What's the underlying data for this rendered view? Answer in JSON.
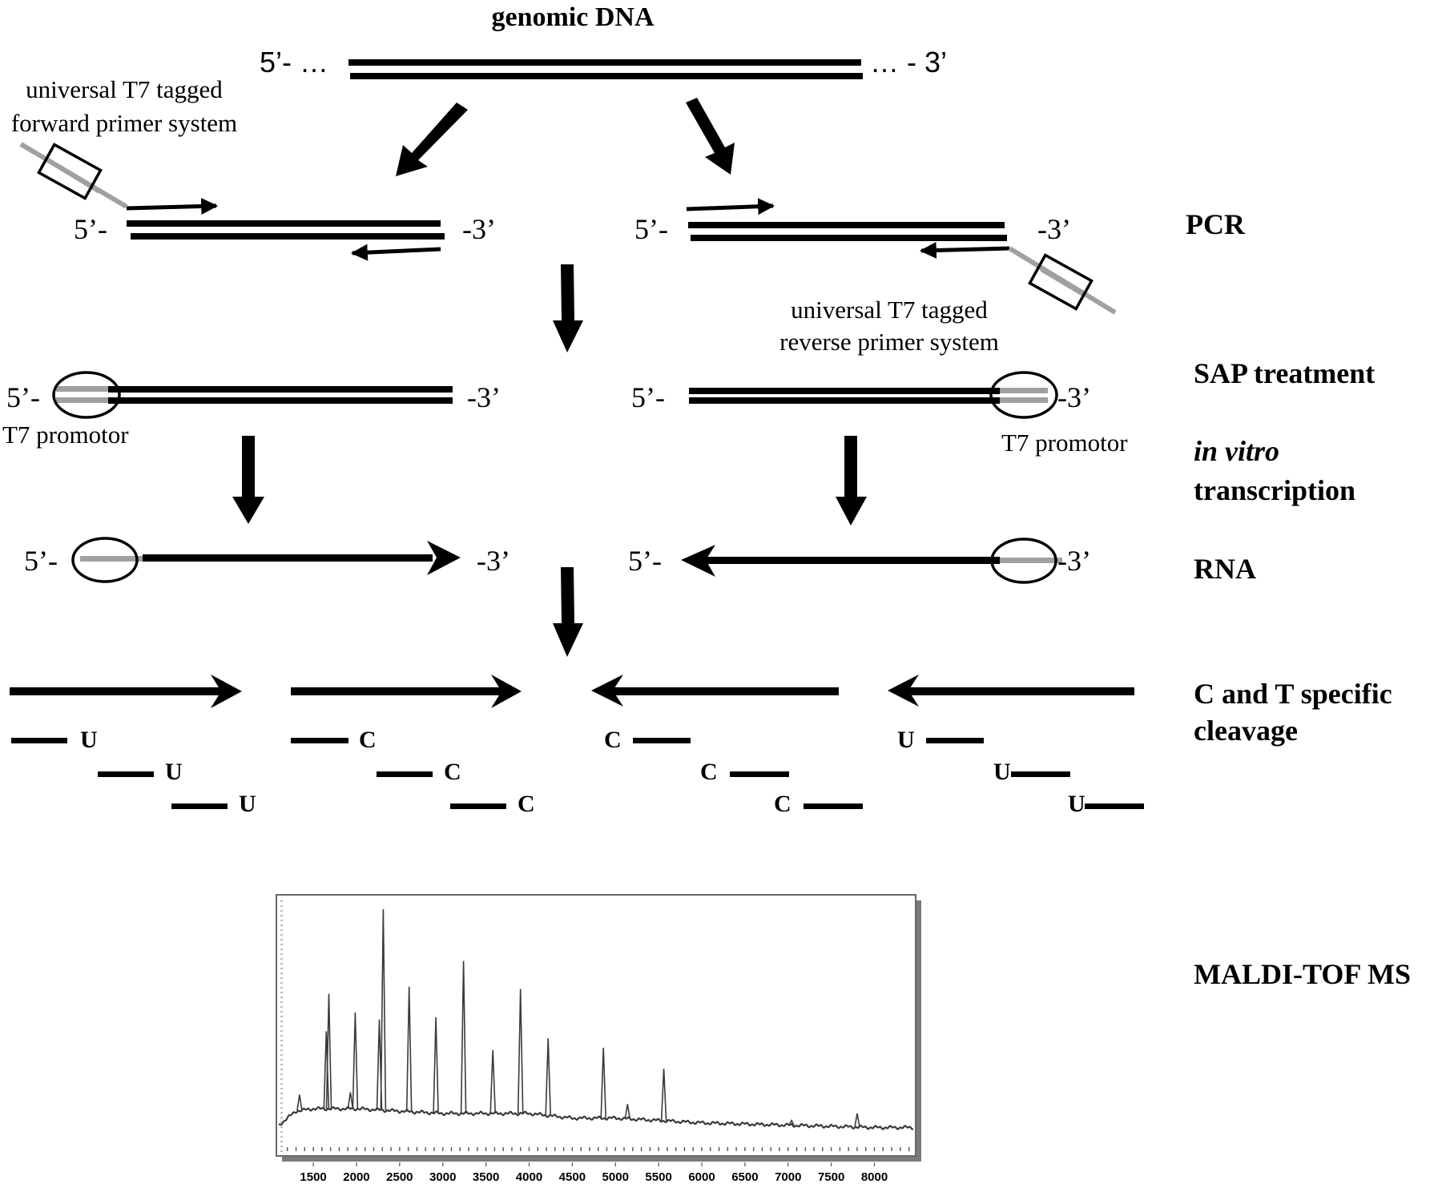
{
  "title": "genomic DNA",
  "strand_ends": {
    "five_prime_ellipsis": "5’- …",
    "three_prime_ellipsis": "… - 3’",
    "five_prime": "5’-",
    "three_prime": "-3’"
  },
  "primer_systems": {
    "forward": [
      "universal T7 tagged",
      "forward primer system"
    ],
    "reverse": [
      "universal T7 tagged",
      "reverse primer system"
    ]
  },
  "promotor_label": "T7 promotor",
  "steps": {
    "pcr": "PCR",
    "sap": "SAP treatment",
    "ivt_italic": "in vitro",
    "ivt": "transcription",
    "rna": "RNA",
    "cleavage_line1": "C and T specific",
    "cleavage_line2": "cleavage",
    "maldi": "MALDI-TOF MS"
  },
  "cleavage_groups": [
    {
      "direction": "forward",
      "base": "U",
      "fragments": [
        "U",
        "U",
        "U"
      ]
    },
    {
      "direction": "forward",
      "base": "C",
      "fragments": [
        "C",
        "C",
        "C"
      ]
    },
    {
      "direction": "reverse",
      "base": "C",
      "fragments": [
        "C",
        "C",
        "C"
      ]
    },
    {
      "direction": "reverse",
      "base": "U",
      "fragments": [
        "U",
        "U",
        "U"
      ]
    }
  ],
  "colors": {
    "ink": "#000000",
    "tag_gray": "#a0a0a0",
    "spectrum": "#3a3a3a",
    "frame_shadow": "#7a7a7a"
  },
  "chart_data": {
    "type": "line",
    "title": "",
    "xlabel": "",
    "ylabel": "",
    "xlim": [
      1100,
      8450
    ],
    "ylim": [
      0,
      100
    ],
    "x_ticks": [
      1500,
      2000,
      2500,
      3000,
      3500,
      4000,
      4500,
      5000,
      5500,
      6000,
      6500,
      7000,
      7500,
      8000
    ],
    "baseline": [
      [
        1100,
        8
      ],
      [
        1300,
        14
      ],
      [
        1500,
        15
      ],
      [
        2000,
        15
      ],
      [
        2500,
        14
      ],
      [
        3000,
        13
      ],
      [
        3500,
        13
      ],
      [
        4000,
        13
      ],
      [
        4500,
        11
      ],
      [
        5000,
        11
      ],
      [
        5500,
        10
      ],
      [
        6000,
        9
      ],
      [
        6500,
        8.5
      ],
      [
        7000,
        8
      ],
      [
        7500,
        7.5
      ],
      [
        8000,
        7
      ],
      [
        8450,
        7
      ]
    ],
    "peaks": [
      {
        "mz": 1340,
        "intensity": 21
      },
      {
        "mz": 1650,
        "intensity": 48
      },
      {
        "mz": 1680,
        "intensity": 64
      },
      {
        "mz": 1930,
        "intensity": 22
      },
      {
        "mz": 1985,
        "intensity": 56
      },
      {
        "mz": 2265,
        "intensity": 53
      },
      {
        "mz": 2310,
        "intensity": 100
      },
      {
        "mz": 2610,
        "intensity": 67
      },
      {
        "mz": 2920,
        "intensity": 54
      },
      {
        "mz": 3240,
        "intensity": 78
      },
      {
        "mz": 3580,
        "intensity": 40
      },
      {
        "mz": 3900,
        "intensity": 66
      },
      {
        "mz": 4220,
        "intensity": 45
      },
      {
        "mz": 4860,
        "intensity": 41
      },
      {
        "mz": 5140,
        "intensity": 17
      },
      {
        "mz": 5560,
        "intensity": 32
      },
      {
        "mz": 7040,
        "intensity": 10
      },
      {
        "mz": 7800,
        "intensity": 13
      }
    ]
  }
}
